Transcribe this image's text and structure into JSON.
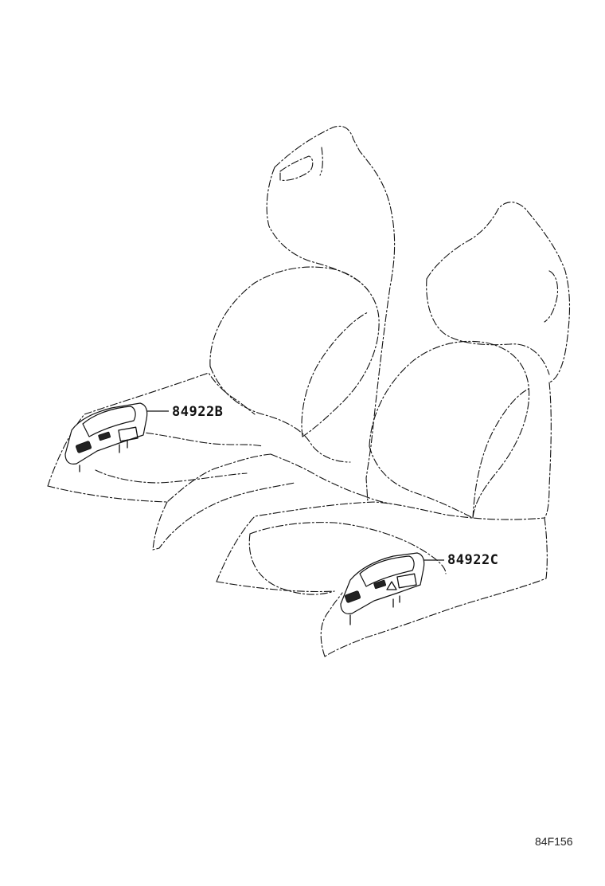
{
  "callouts": {
    "left_switch": "84922B",
    "right_switch": "84922C"
  },
  "diagram_id": "84F156"
}
